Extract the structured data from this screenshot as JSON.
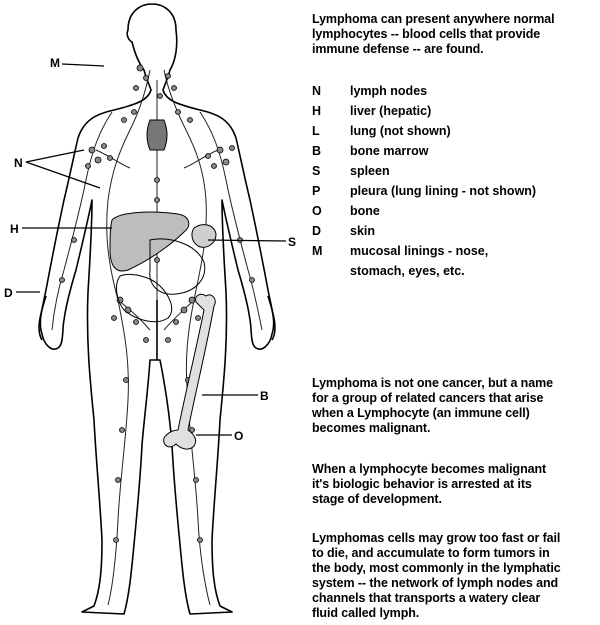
{
  "diagram": {
    "callouts": {
      "M": "M",
      "N": "N",
      "H": "H",
      "D": "D",
      "S": "S",
      "B": "B",
      "O": "O"
    }
  },
  "text": {
    "intro": [
      "Lymphoma can present anywhere normal",
      "lymphocytes -- blood cells that provide",
      "immune defense -- are found."
    ],
    "legend": [
      {
        "key": "N",
        "value": "lymph nodes"
      },
      {
        "key": "H",
        "value": "liver (hepatic)"
      },
      {
        "key": "L",
        "value": "lung (not shown)"
      },
      {
        "key": "B",
        "value": "bone marrow"
      },
      {
        "key": "S",
        "value": "spleen"
      },
      {
        "key": "P",
        "value": "pleura (lung lining - not shown)"
      },
      {
        "key": "O",
        "value": "bone"
      },
      {
        "key": "D",
        "value": "skin"
      },
      {
        "key": "M",
        "value": "mucosal linings - nose,",
        "value2": "stomach, eyes, etc."
      }
    ],
    "paragraph1": [
      "Lymphoma is not one cancer, but a name",
      "for a group of related cancers that arise",
      "when a Lymphocyte (an immune cell)",
      "becomes malignant."
    ],
    "paragraph2": [
      "When a lymphocyte becomes malignant",
      "it's biologic behavior is arrested at its",
      "stage of development."
    ],
    "paragraph3": [
      "Lymphomas cells may grow too fast or fail",
      "to die, and accumulate to form tumors in",
      "the body, most commonly in the lymphatic",
      "system -- the network of lymph nodes and",
      "channels that transports a watery clear",
      "fluid called lymph."
    ]
  }
}
